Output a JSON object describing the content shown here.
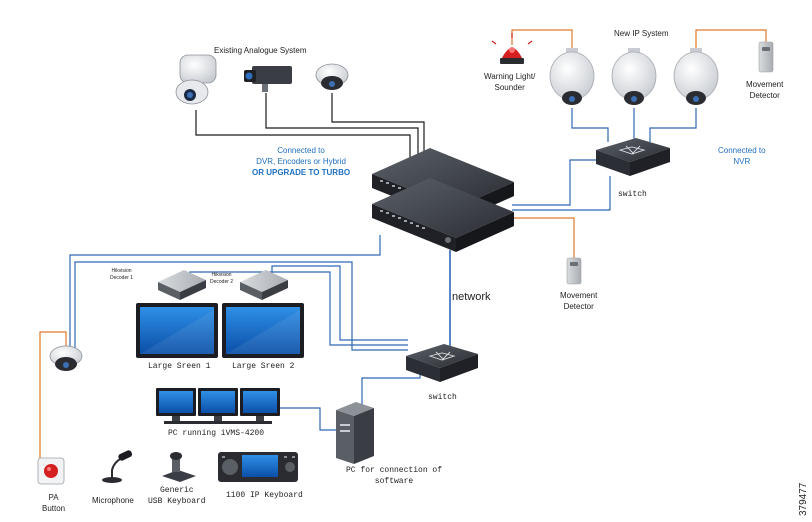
{
  "labels": {
    "existing_system": "Existing Analogue System",
    "new_ip_system": "New IP System",
    "warning_light_line1": "Warning Light/",
    "warning_light_line2": "Sounder",
    "movement_detector_top_line1": "Movement",
    "movement_detector_top_line2": "Detector",
    "connected_dvr_line1": "Connected to",
    "connected_dvr_line2": "DVR, Encoders or Hybrid",
    "connected_dvr_line3": "OR UPGRADE TO TURBO",
    "connected_nvr_line1": "Connected to",
    "connected_nvr_line2": "NVR",
    "switch_top": "switch",
    "network": "network",
    "movement_detector_mid_line1": "Movement",
    "movement_detector_mid_line2": "Detector",
    "decoder1_line1": "Hikvision",
    "decoder1_line2": "Decoder 1",
    "decoder2_line1": "Hikvision",
    "decoder2_line2": "Decoder 2",
    "large_screen_1": "Large Sreen 1",
    "large_screen_2": "Large Sreen 2",
    "switch_bottom": "switch",
    "pc_ivms": "PC running iVMS-4200",
    "pc_software_line1": "PC  for connection of",
    "pc_software_line2": "software",
    "pa_button_line1": "PA",
    "pa_button_line2": "Button",
    "microphone": "Microphone",
    "usb_keyboard_line1": "Generic",
    "usb_keyboard_line2": "USB Keyboard",
    "ip_keyboard": "1100 IP Keyboard",
    "figure_number": "379477"
  },
  "colors": {
    "blue_link": "#2f67b5",
    "orange_link": "#e07b2c",
    "dark_link": "#1a1a1a",
    "text_blue": "#1f6fc0"
  }
}
